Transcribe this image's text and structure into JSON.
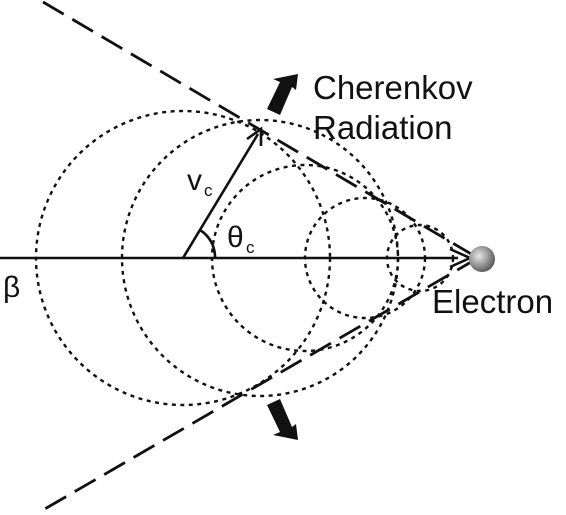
{
  "labels": {
    "radiation_line1": "Cherenkov",
    "radiation_line2": "Radiation",
    "electron": "Electron",
    "velocity_symbol": "v",
    "velocity_subscript": "c",
    "angle_symbol": "θ",
    "angle_subscript": "c",
    "beta": "β"
  },
  "icons": {
    "emission_arrows": "arrow-icon",
    "particle": "electron-sphere-icon"
  },
  "colors": {
    "ink": "#111111",
    "particle": "#808080",
    "background": "#ffffff"
  }
}
